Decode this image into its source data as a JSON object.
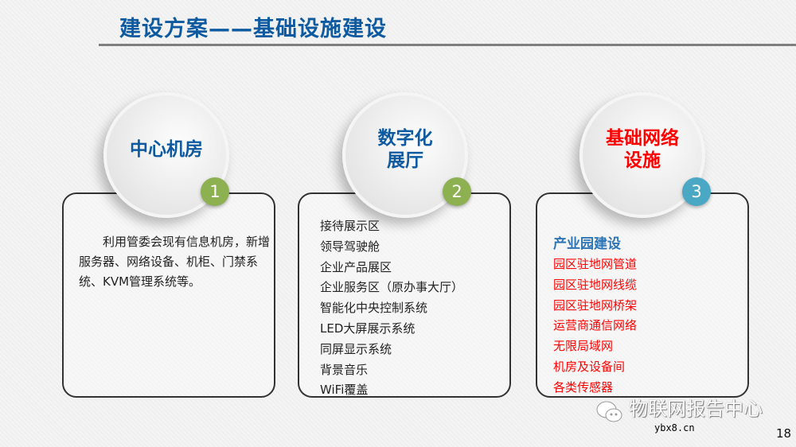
{
  "header": {
    "title": "建设方案——基础设施建设"
  },
  "sections": [
    {
      "circle_label": "中心机房",
      "badge": "1",
      "badge_color": "#8db050",
      "text": "利用管委会现有信息机房，新增服务器、网络设备、机柜、门禁系统、KVM管理系统等。"
    },
    {
      "circle_label": "数字化展厅",
      "badge": "2",
      "badge_color": "#8db050",
      "items": [
        "接待展示区",
        "领导驾驶舱",
        "企业产品展区",
        "企业服务区（原办事大厅）",
        "智能化中央控制系统",
        "LED大屏展示系统",
        "同屏显示系统",
        "背景音乐",
        "WiFi覆盖"
      ]
    },
    {
      "circle_label": "基础网络设施",
      "badge": "3",
      "badge_color": "#4aa8c4",
      "heading": "产业园建设",
      "items": [
        "园区驻地网管道",
        "园区驻地网线缆",
        "园区驻地网桥架",
        "运营商通信网络",
        "无限局域网",
        "机房及设备间",
        "各类传感器"
      ]
    }
  ],
  "footer": {
    "watermark": "物联网报告中心",
    "url": "ybx8.cn",
    "page": "18"
  }
}
